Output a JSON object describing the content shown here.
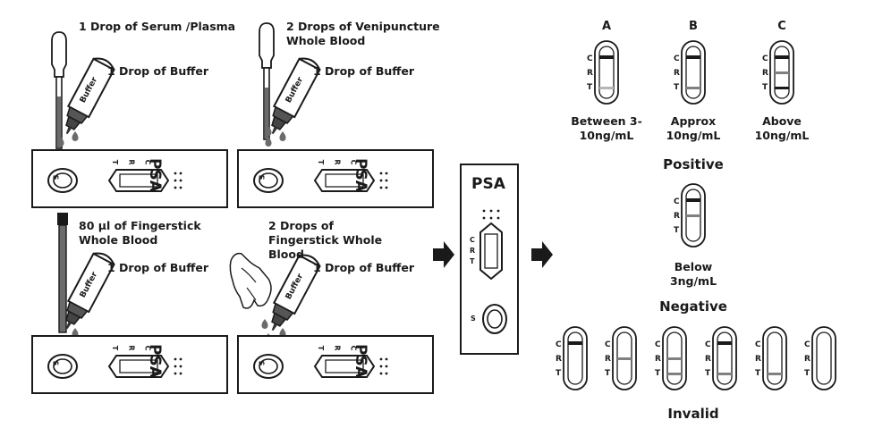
{
  "panels": {
    "serum": {
      "sample": "1 Drop of Serum /Plasma",
      "buffer": "1 Drop of Buffer"
    },
    "venipuncture": {
      "sample": "2 Drops of Venipuncture Whole Blood",
      "buffer": "1 Drop of Buffer"
    },
    "fingerstick_pipette": {
      "sample": "80 µl of Fingerstick Whole Blood",
      "buffer": "1 Drop of Buffer"
    },
    "fingerstick_drops": {
      "sample": "2 Drops of Fingerstick Whole Blood",
      "buffer": "1 Drop of Buffer"
    }
  },
  "device": {
    "brand": "PSA",
    "well_letter": "S",
    "window_letters": [
      "C",
      "R",
      "T"
    ]
  },
  "bottle_label": "Buffer",
  "results": {
    "positive": {
      "heading": "Positive",
      "cases": [
        {
          "letter": "A",
          "caption": "Between 3-10ng/mL"
        },
        {
          "letter": "B",
          "caption": "Approx 10ng/mL"
        },
        {
          "letter": "C",
          "caption": "Above 10ng/mL"
        }
      ]
    },
    "negative": {
      "heading": "Negative",
      "caption": "Below 3ng/mL"
    },
    "invalid": {
      "heading": "Invalid"
    }
  },
  "colors": {
    "ink": "#1a1a1a",
    "line_dark": "#1a1a1a",
    "line_mid": "#808080",
    "line_light": "#b5b5b5",
    "sample": "#6b6b6b"
  }
}
